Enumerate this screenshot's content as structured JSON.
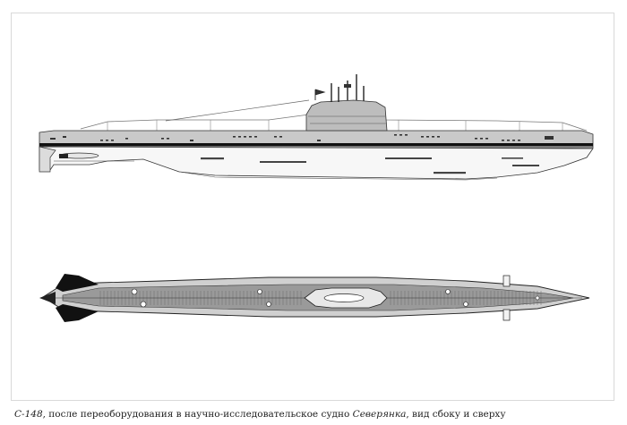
{
  "caption": {
    "name": "С-148",
    "text1": ", после переоборудования в научно-исследовательское судно ",
    "vessel": "Северянка",
    "text2": ", вид сбоку и сверху"
  },
  "colors": {
    "hull_light": "#f7f7f7",
    "hull_gray": "#c9c9c9",
    "deck_gray": "#9a9a9a",
    "line_dark": "#222222",
    "black": "#111111"
  }
}
